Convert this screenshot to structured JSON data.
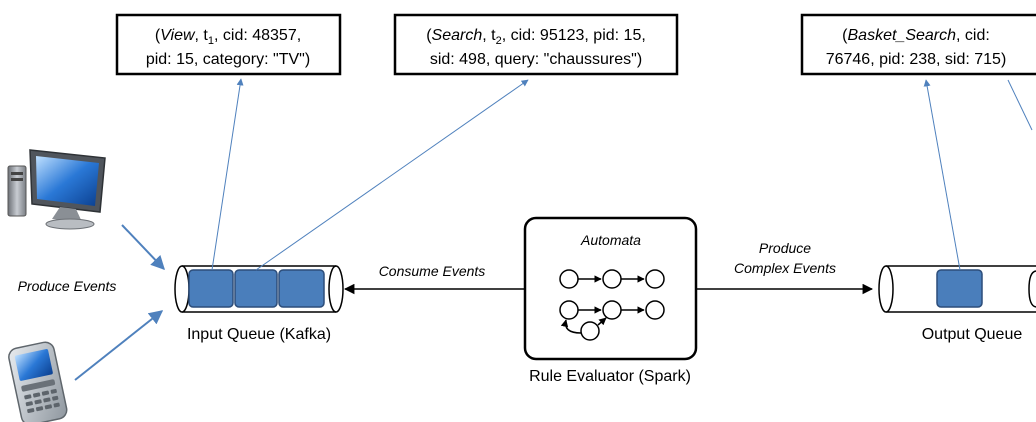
{
  "events": {
    "view": {
      "line1": {
        "name": "View",
        "time_base": "t",
        "time_sub": "1",
        "rest": ", cid: 48357,"
      },
      "line2": "pid: 15, category: \"TV\")"
    },
    "search": {
      "line1": {
        "name": "Search",
        "time_base": "t",
        "time_sub": "2",
        "rest": ", cid: 95123, pid: 15,"
      },
      "line2": "sid: 498, query: \"chaussures\")"
    },
    "basket_search": {
      "line1": {
        "name": "Basket_Search",
        "rest": ", cid:"
      },
      "line2": "76746, pid: 238, sid: 715)"
    }
  },
  "labels": {
    "produce_events": "Produce Events",
    "input_queue": "Input Queue (Kafka)",
    "consume_events": "Consume Events",
    "automata": "Automata",
    "rule_evaluator": "Rule Evaluator (Spark)",
    "produce_complex_line1": "Produce",
    "produce_complex_line2": "Complex Events",
    "output_queue": "Output Queue"
  },
  "icons": {
    "desktop": "desktop-computer-icon",
    "phone": "mobile-phone-icon"
  },
  "colors": {
    "event_block": "#4a7ebb",
    "arrow_blue": "#4f81bd",
    "arrow_black": "#000000"
  }
}
